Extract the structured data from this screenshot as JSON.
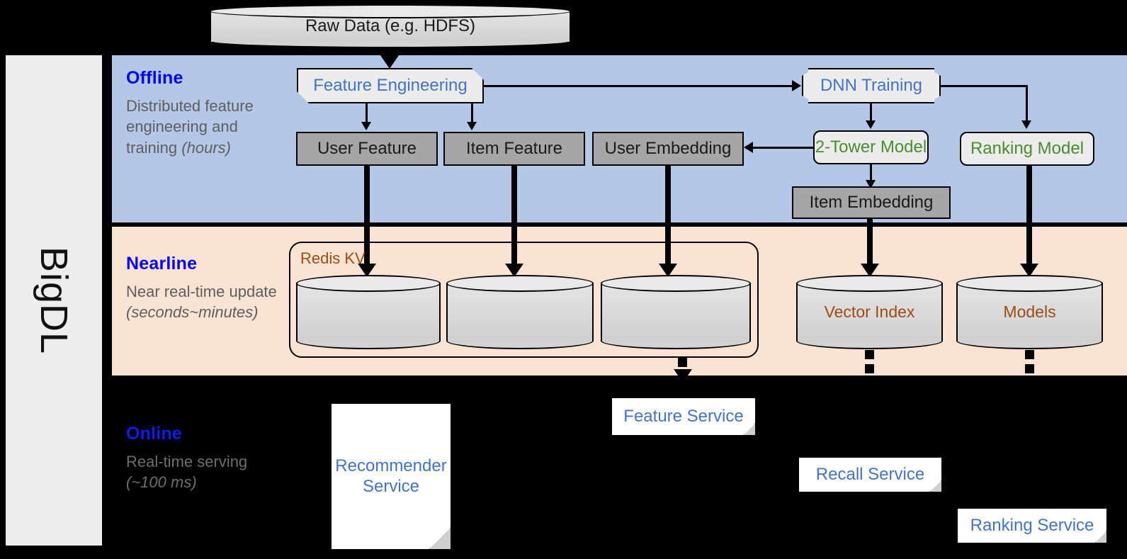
{
  "rail": {
    "label": "BigDL"
  },
  "bands": {
    "offline": {
      "title": "Offline",
      "desc_main": "Distributed feature engineering and training ",
      "desc_em": "(hours)",
      "bg": "#B4C7E7"
    },
    "nearline": {
      "title": "Nearline",
      "desc_main": "Near real-time update ",
      "desc_em": "(seconds~minutes)",
      "bg": "#FBE3D3"
    },
    "online": {
      "title": "Online",
      "desc_main": "Real-time serving ",
      "desc_em": "(~100 ms)",
      "bg": "#000000"
    }
  },
  "nodes": {
    "raw_data": "Raw Data (e.g. HDFS)",
    "feature_engineering": "Feature Engineering",
    "dnn_training": "DNN Training",
    "user_feature": "User Feature",
    "item_feature": "Item Feature",
    "user_embedding": "User Embedding",
    "two_tower_model": "2-Tower Model",
    "ranking_model": "Ranking Model",
    "item_embedding": "Item Embedding",
    "redis_kv": "Redis KV",
    "vector_index": "Vector Index",
    "models": "Models",
    "feature_service": "Feature Service",
    "recommender_service": "Recommender Service",
    "recall_service": "Recall Service",
    "ranking_service": "Ranking Service"
  },
  "colors": {
    "accent_blue": "#0000FF",
    "node_blue": "#4472C4",
    "node_green": "#4C8B30",
    "brown": "#9E4A12",
    "gray_box": "#A6A6A6",
    "desc_gray": "#5E5E5E",
    "offline_band": "#B4C7E7",
    "nearline_band": "#FBE3D3",
    "online_band": "#000000",
    "rail": "#EDEDED"
  }
}
